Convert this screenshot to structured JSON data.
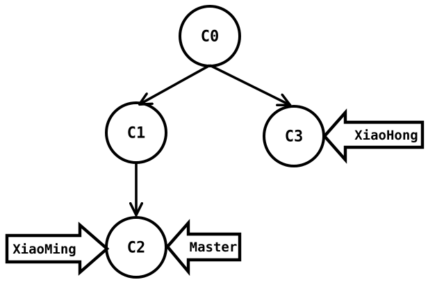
{
  "diagram": {
    "type": "commit-tree-graph",
    "colors": {
      "ink": "#000000",
      "background": "#ffffff",
      "node_fill": "#ffffff"
    },
    "nodes": [
      {
        "id": "C0",
        "label": "C0"
      },
      {
        "id": "C1",
        "label": "C1"
      },
      {
        "id": "C2",
        "label": "C2"
      },
      {
        "id": "C3",
        "label": "C3"
      }
    ],
    "edges": [
      {
        "from": "C0",
        "to": "C1"
      },
      {
        "from": "C0",
        "to": "C3"
      },
      {
        "from": "C1",
        "to": "C2"
      }
    ],
    "pointer_labels": [
      {
        "label": "XiaoHong",
        "target": "C3",
        "points": "left"
      },
      {
        "label": "XiaoMing",
        "target": "C2",
        "points": "right"
      },
      {
        "label": "Master",
        "target": "C2",
        "points": "left"
      }
    ]
  }
}
